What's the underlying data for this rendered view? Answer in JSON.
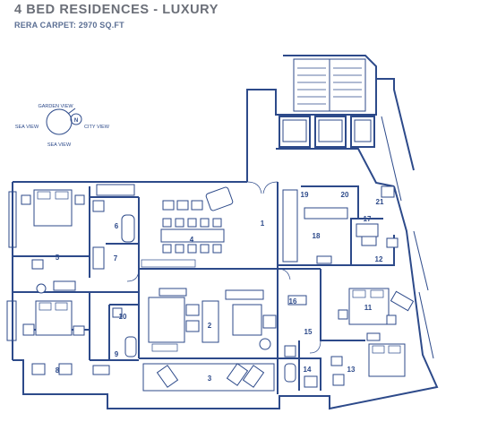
{
  "plan": {
    "title": "4 BED RESIDENCES - LUXURY",
    "subtitle": "RERA CARPET: 2970 SQ.FT"
  },
  "compass": {
    "north": "N",
    "top": "GARDEN VIEW",
    "left": "SEA VIEW",
    "right": "CITY VIEW",
    "bottom": "SEA VIEW"
  },
  "rooms": [
    "1",
    "2",
    "3",
    "4",
    "5",
    "6",
    "7",
    "8",
    "9",
    "10",
    "11",
    "12",
    "13",
    "14",
    "15",
    "16",
    "17",
    "18",
    "19",
    "20",
    "21"
  ],
  "colors": {
    "line": "#2d4a8a",
    "title": "#6b6f78",
    "subtitle": "#5a6e93"
  }
}
